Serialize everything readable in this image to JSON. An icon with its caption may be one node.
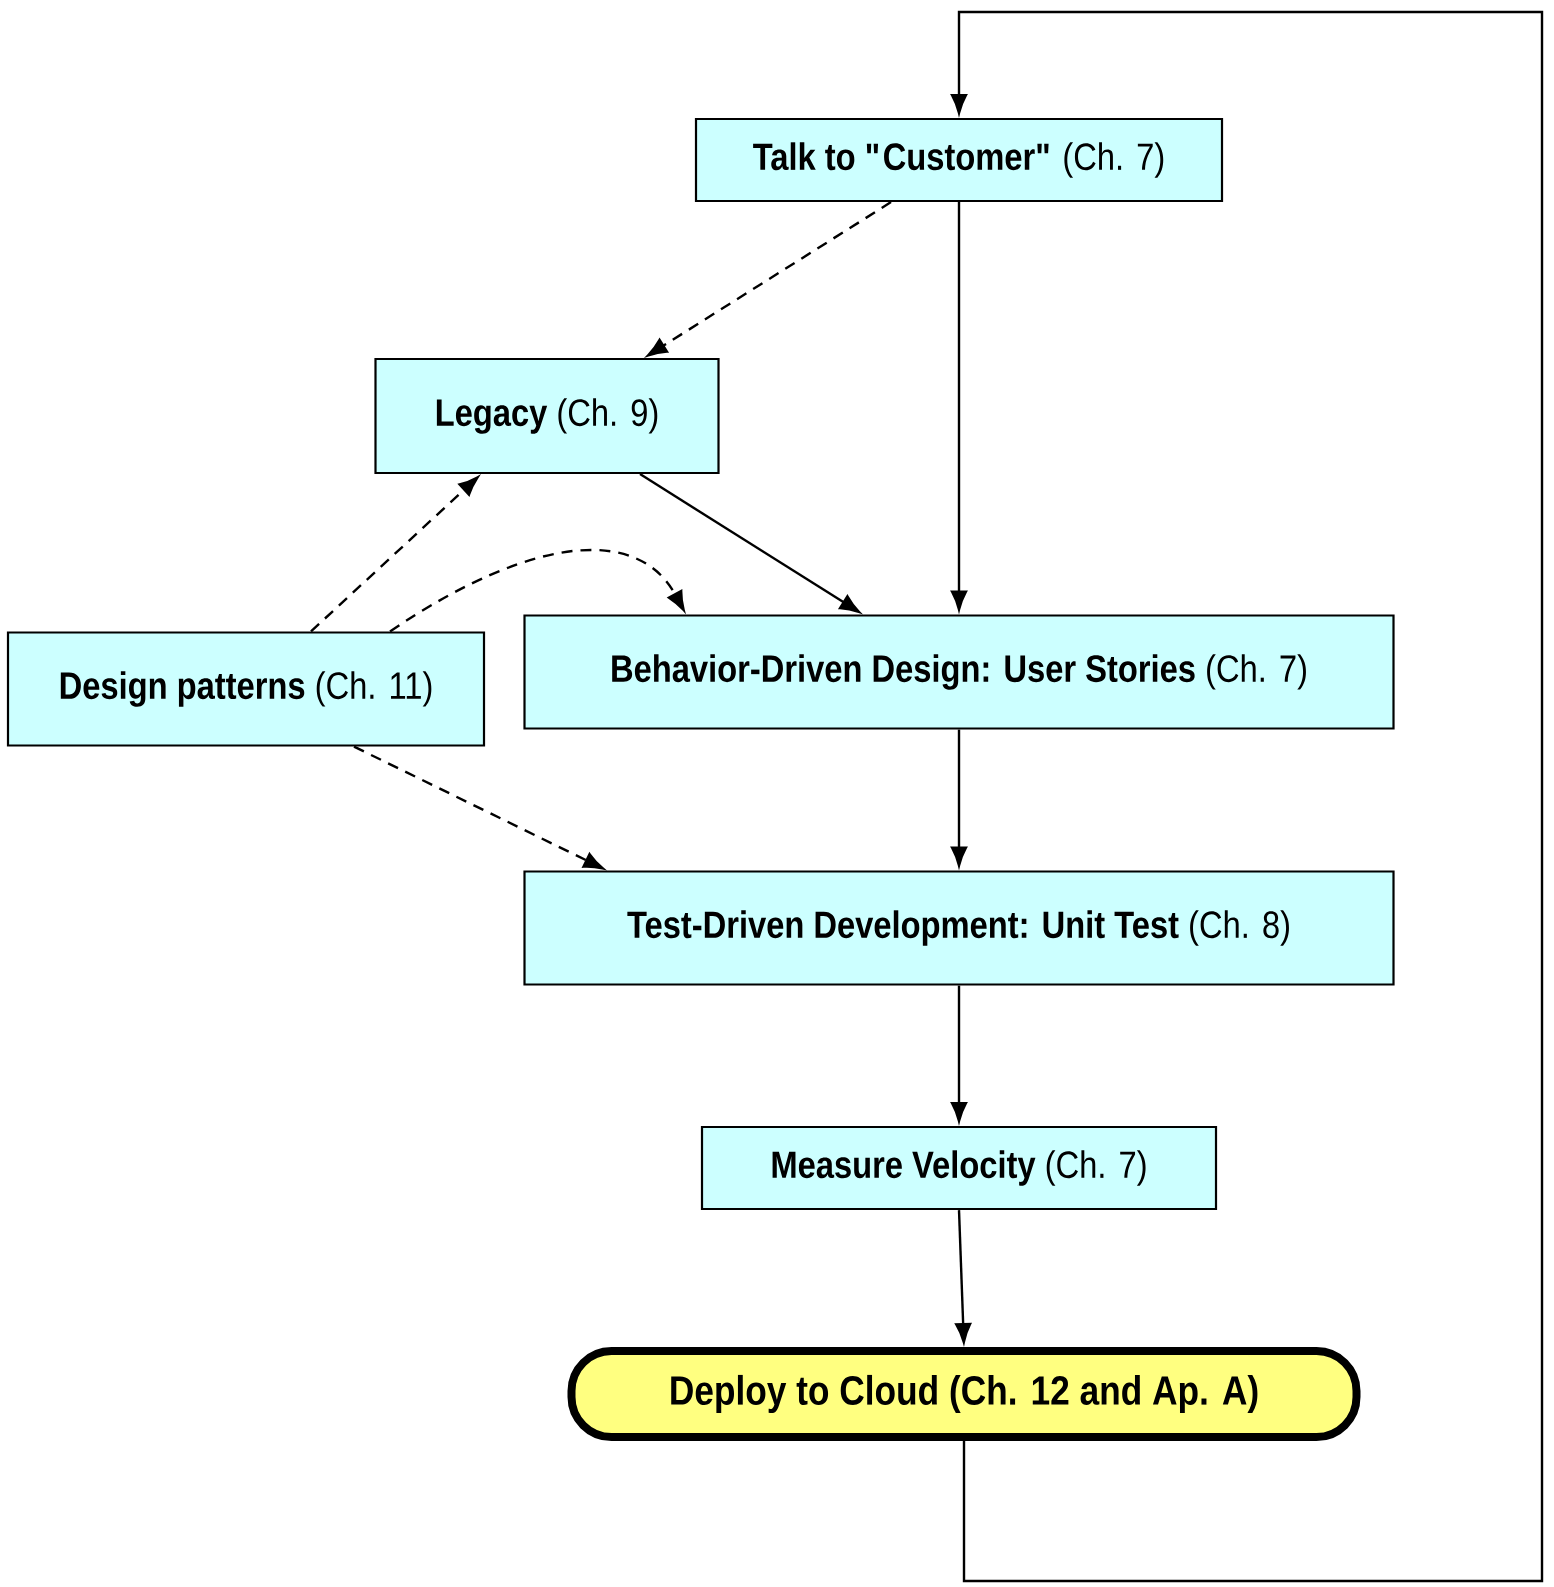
{
  "diagram": {
    "nodes": [
      {
        "text": [
          "**Talk to \"Customer\"** (Ch. 7)"
        ]
      },
      {
        "text": [
          "**Legacy** (Ch. 9)"
        ]
      },
      {
        "text": [
          "**Design patterns** (Ch. 11)"
        ]
      },
      {
        "text": [
          "**Behavior-Driven Design: User Stories** (Ch. 7)"
        ]
      },
      {
        "text": [
          "**Test-Driven Development: Unit Test** (Ch. 8)"
        ]
      },
      {
        "text": [
          "**Measure Velocity** (Ch. 7)"
        ]
      },
      {
        "text": [
          "Deploy to Cloud (Ch. 12 and Ap. A)"
        ]
      }
    ],
    "edges": [
      {
        "from": 0,
        "to": 1,
        "arrow": "to",
        "style": "dashed"
      },
      {
        "from": 0,
        "to": 3,
        "arrow": "to"
      },
      {
        "from": 1,
        "to": 3,
        "arrow": "to"
      },
      {
        "from": 2,
        "to": 1,
        "arrow": "to",
        "style": "dashed"
      },
      {
        "from": 2,
        "to": 3,
        "arrow": "to",
        "style": "dashed"
      },
      {
        "from": 2,
        "to": 4,
        "arrow": "to",
        "style": "dashed"
      },
      {
        "from": 3,
        "to": 4,
        "arrow": "to"
      },
      {
        "from": 4,
        "to": 5,
        "arrow": "to"
      },
      {
        "from": 5,
        "to": 6,
        "arrow": "to"
      },
      {
        "from": 6,
        "to": 0,
        "arrow": "to"
      }
    ]
  }
}
